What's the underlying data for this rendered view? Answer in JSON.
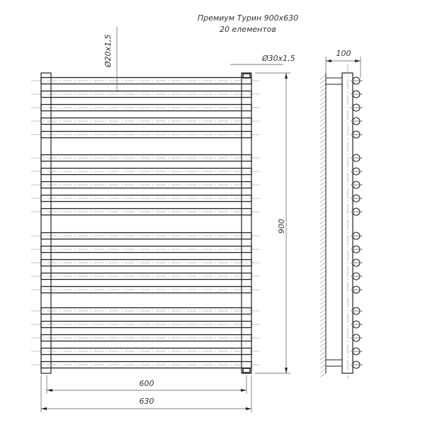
{
  "title": {
    "line1": "Премиум Турин 900х630",
    "line2": "20 елементов"
  },
  "dimensions": {
    "height": "900",
    "inner_width": "600",
    "outer_width": "630",
    "depth": "100",
    "bar_pipe": "Ø20х1,5",
    "column_pipe": "Ø30х1,5"
  },
  "radiator": {
    "elements": 20,
    "groups": 4,
    "bars_per_group": 5
  },
  "colors": {
    "line": "#222222",
    "hatch": "#999999"
  }
}
